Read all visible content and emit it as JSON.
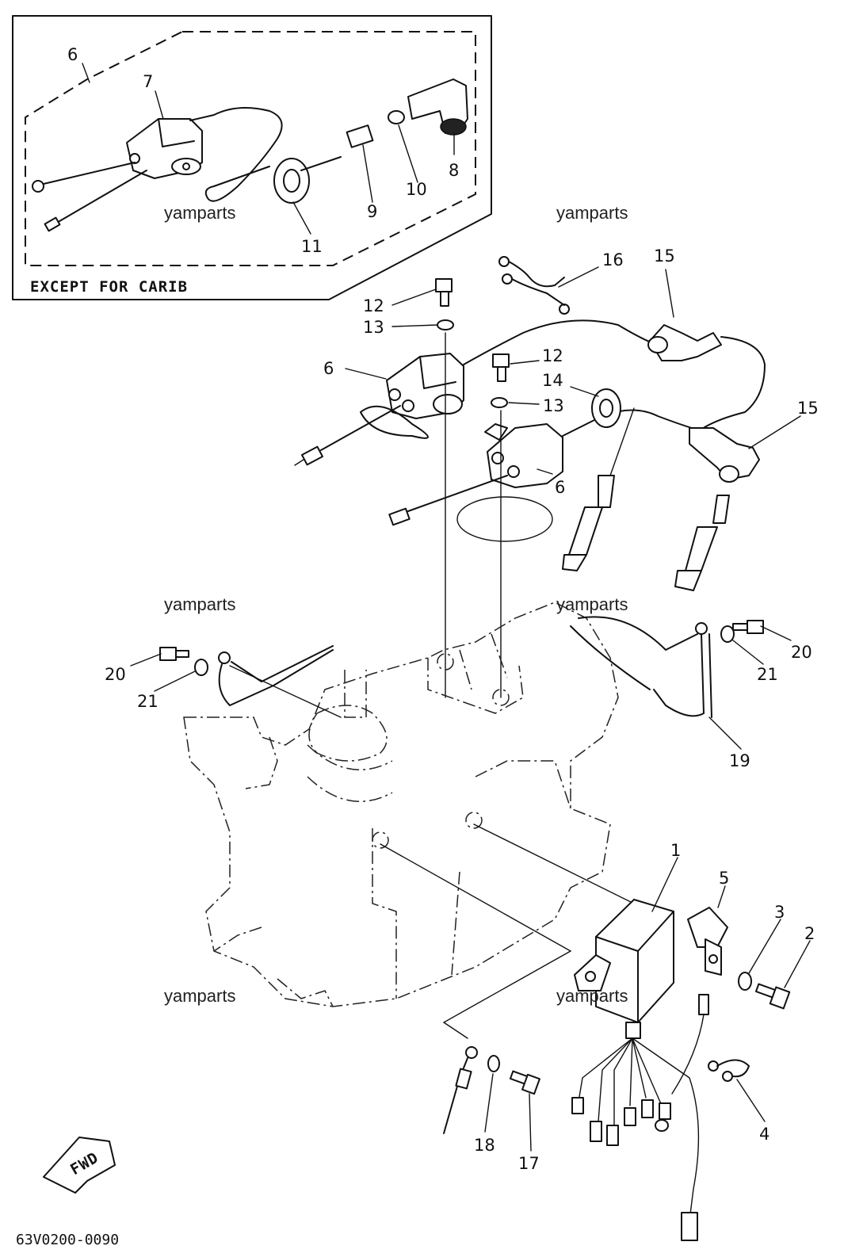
{
  "inset": {
    "caption": "EXCEPT FOR CARIB"
  },
  "callouts": {
    "c1": "1",
    "c2": "2",
    "c3": "3",
    "c4": "4",
    "c5": "5",
    "c6a": "6",
    "c6b": "6",
    "c6c": "6",
    "c7": "7",
    "c8": "8",
    "c9": "9",
    "c10": "10",
    "c11": "11",
    "c12a": "12",
    "c12b": "12",
    "c13a": "13",
    "c13b": "13",
    "c14": "14",
    "c15a": "15",
    "c15b": "15",
    "c16": "16",
    "c17": "17",
    "c18": "18",
    "c19": "19",
    "c20a": "20",
    "c20b": "20",
    "c21a": "21",
    "c21b": "21"
  },
  "watermarks": {
    "w1": "yamparts",
    "w2": "yamparts",
    "w3": "yamparts",
    "w4": "yamparts",
    "w5": "yamparts",
    "w6": "yamparts"
  },
  "fwd_label": "FWD",
  "diagram_code": "63V0200-0090"
}
